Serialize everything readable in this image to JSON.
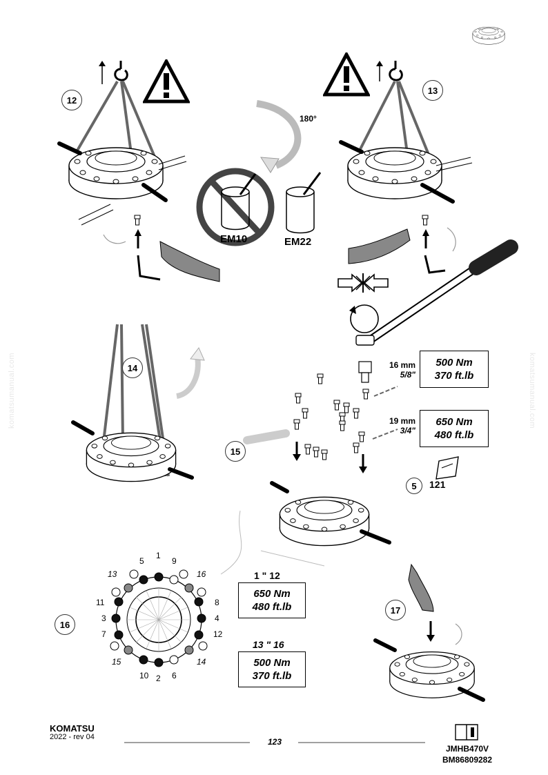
{
  "steps": [
    "12",
    "13",
    "14",
    "15",
    "16",
    "17"
  ],
  "warning_icons": [
    "warning-triangle-icon",
    "warning-triangle-icon"
  ],
  "rotation_label": "180°",
  "products": {
    "forbidden": "EM10",
    "allowed": "EM22"
  },
  "torque": {
    "size_16": {
      "mm": "16 mm",
      "inch": "5/8\"",
      "nm": "500 Nm",
      "ftlb": "370 ft.lb"
    },
    "size_19": {
      "mm": "19 mm",
      "inch": "3/4\"",
      "nm": "650 Nm",
      "ftlb": "480 ft.lb"
    }
  },
  "manual_ref": {
    "section": "5",
    "page": "121"
  },
  "sequence": {
    "group1": {
      "label": "1 \" 12",
      "nm": "650 Nm",
      "ftlb": "480 ft.lb"
    },
    "group2": {
      "label": "13 \" 16",
      "nm": "500 Nm",
      "ftlb": "370 ft.lb"
    },
    "numbers": {
      "n1": "1",
      "n5": "5",
      "n9": "9",
      "n13": "13",
      "n16": "16",
      "n11": "11",
      "n8": "8",
      "n3": "3",
      "n4": "4",
      "n7": "7",
      "n12": "12",
      "n15": "15",
      "n14": "14",
      "n10": "10",
      "n2": "2",
      "n6": "6"
    }
  },
  "footer": {
    "brand": "KOMATSU",
    "revision": "2022 -  rev 04",
    "page": "123",
    "code1": "JMHB470V",
    "code2": "BM86809282"
  },
  "watermark": "komatsumanual.com"
}
